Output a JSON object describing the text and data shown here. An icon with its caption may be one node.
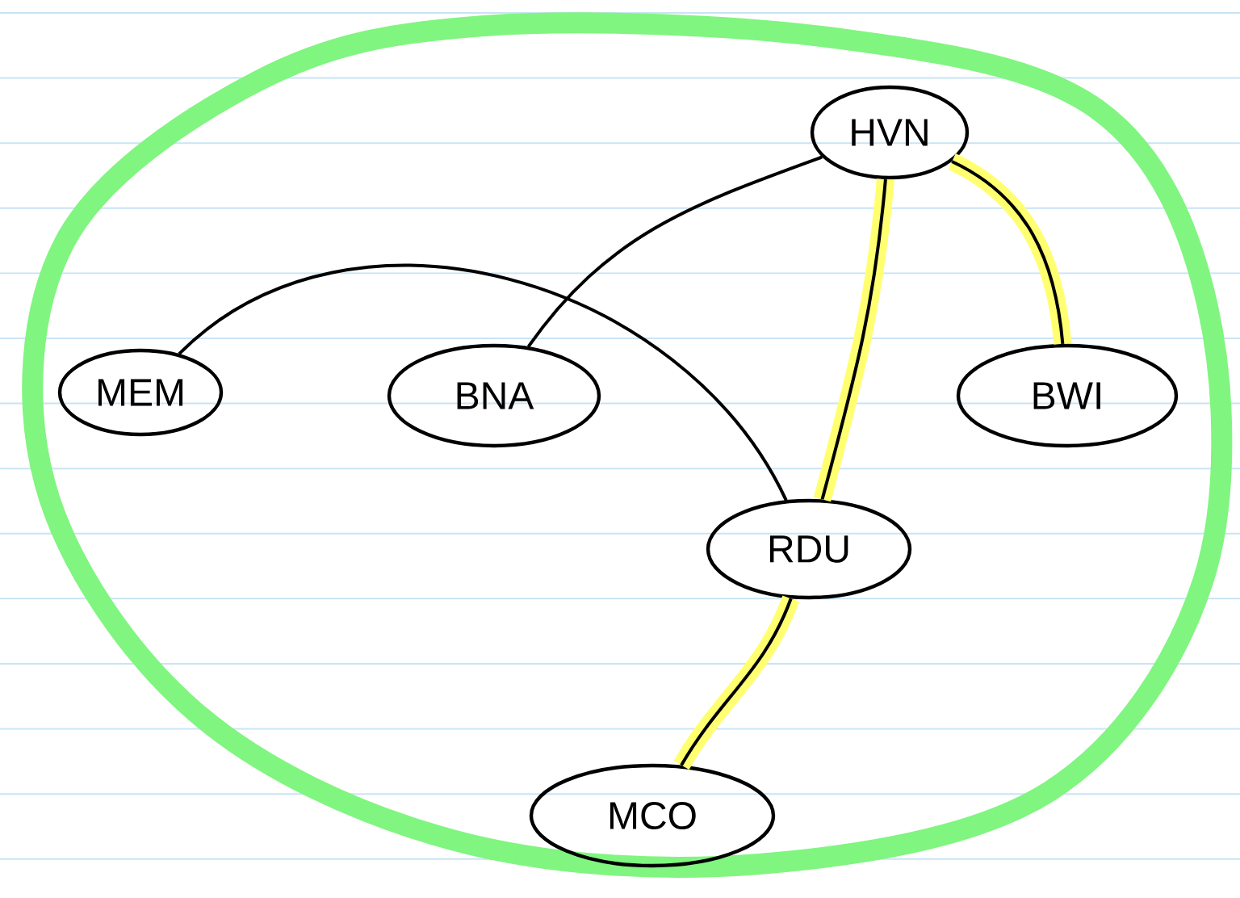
{
  "diagram": {
    "nodes": [
      {
        "text": [
          "HVN"
        ]
      },
      {
        "text": [
          "MEM"
        ]
      },
      {
        "text": [
          "BNA"
        ]
      },
      {
        "text": [
          "BWI"
        ]
      },
      {
        "text": [
          "RDU"
        ]
      },
      {
        "text": [
          "MCO"
        ]
      }
    ],
    "edges": [
      {
        "from": 1,
        "to": 4,
        "arrow": "none",
        "color": "#000000"
      },
      {
        "from": 2,
        "to": 0,
        "arrow": "none",
        "color": "#000000"
      },
      {
        "from": 0,
        "to": 4,
        "arrow": "none",
        "color": "#ffff70"
      },
      {
        "from": 0,
        "to": 3,
        "arrow": "none",
        "color": "#ffff70"
      },
      {
        "from": 4,
        "to": 5,
        "arrow": "none",
        "color": "#ffff70"
      }
    ]
  }
}
